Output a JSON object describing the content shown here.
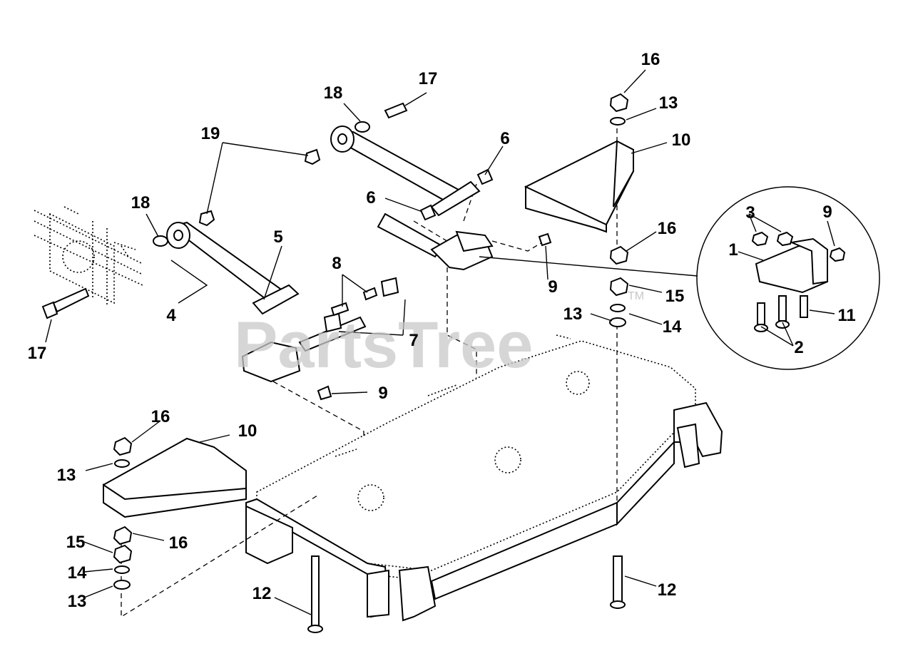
{
  "watermark": {
    "text": "PartsTree",
    "tm": "TM"
  },
  "callouts": [
    {
      "id": "c1",
      "text": "1"
    },
    {
      "id": "c2",
      "text": "2"
    },
    {
      "id": "c3",
      "text": "3"
    },
    {
      "id": "c4",
      "text": "4"
    },
    {
      "id": "c5",
      "text": "5"
    },
    {
      "id": "c6a",
      "text": "6"
    },
    {
      "id": "c6b",
      "text": "6"
    },
    {
      "id": "c7",
      "text": "7"
    },
    {
      "id": "c8",
      "text": "8"
    },
    {
      "id": "c9a",
      "text": "9"
    },
    {
      "id": "c9b",
      "text": "9"
    },
    {
      "id": "c9c",
      "text": "9"
    },
    {
      "id": "c10a",
      "text": "10"
    },
    {
      "id": "c10b",
      "text": "10"
    },
    {
      "id": "c11",
      "text": "11"
    },
    {
      "id": "c12a",
      "text": "12"
    },
    {
      "id": "c12b",
      "text": "12"
    },
    {
      "id": "c13a",
      "text": "13"
    },
    {
      "id": "c13b",
      "text": "13"
    },
    {
      "id": "c13c",
      "text": "13"
    },
    {
      "id": "c13d",
      "text": "13"
    },
    {
      "id": "c14a",
      "text": "14"
    },
    {
      "id": "c14b",
      "text": "14"
    },
    {
      "id": "c15a",
      "text": "15"
    },
    {
      "id": "c15b",
      "text": "15"
    },
    {
      "id": "c16a",
      "text": "16"
    },
    {
      "id": "c16b",
      "text": "16"
    },
    {
      "id": "c16c",
      "text": "16"
    },
    {
      "id": "c16d",
      "text": "16"
    },
    {
      "id": "c17a",
      "text": "17"
    },
    {
      "id": "c17b",
      "text": "17"
    },
    {
      "id": "c18a",
      "text": "18"
    },
    {
      "id": "c18b",
      "text": "18"
    },
    {
      "id": "c19",
      "text": "19"
    }
  ]
}
